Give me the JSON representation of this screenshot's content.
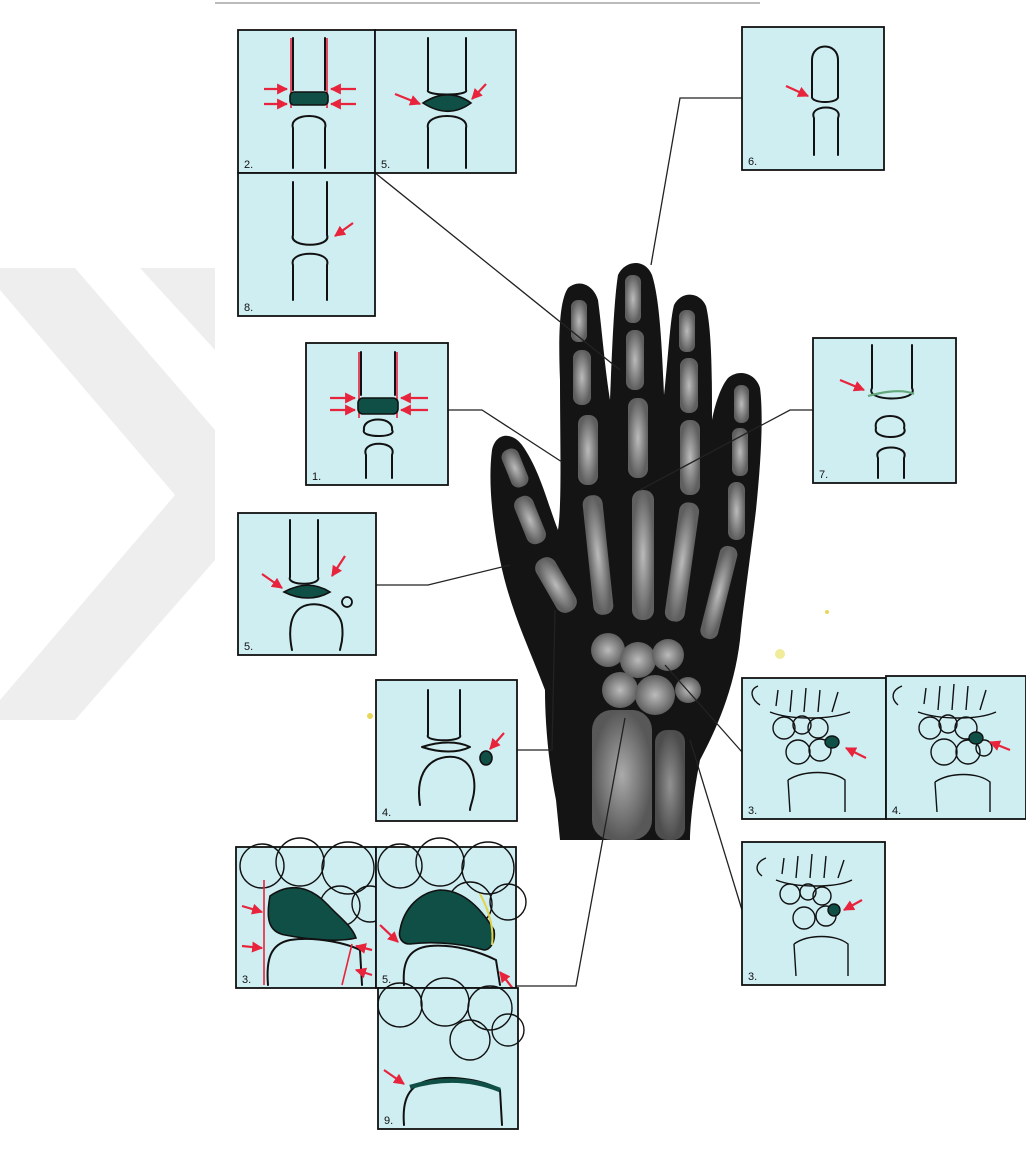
{
  "colors": {
    "panel_bg": "#cfeef2",
    "arrow": "#e8243c",
    "growth_plate": "#0f4f46",
    "xray_bg": "#141414",
    "watermark": "#eeeeee"
  },
  "panels": [
    {
      "id": "p2",
      "label": "2."
    },
    {
      "id": "p5a",
      "label": "5."
    },
    {
      "id": "p8",
      "label": "8."
    },
    {
      "id": "p6",
      "label": "6."
    },
    {
      "id": "p1",
      "label": "1."
    },
    {
      "id": "p7",
      "label": "7."
    },
    {
      "id": "p5b",
      "label": "5."
    },
    {
      "id": "p4a",
      "label": "4."
    },
    {
      "id": "p3a",
      "label": "3."
    },
    {
      "id": "p4b",
      "label": "4."
    },
    {
      "id": "p3b",
      "label": "3."
    },
    {
      "id": "p3c",
      "label": "3."
    },
    {
      "id": "p5c",
      "label": "5."
    },
    {
      "id": "p9",
      "label": "9."
    }
  ]
}
